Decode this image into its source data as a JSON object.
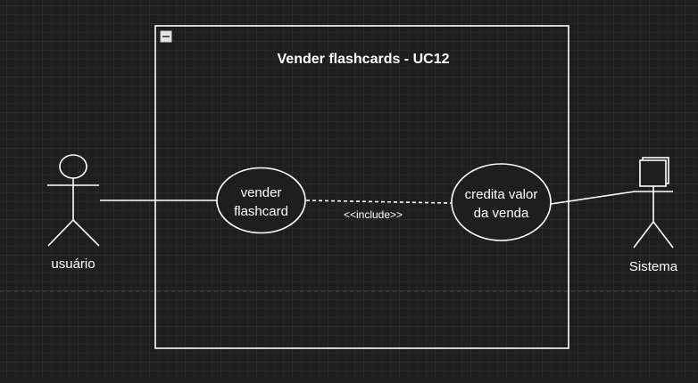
{
  "diagram": {
    "title": "Vender flashcards - UC12",
    "use_cases": [
      {
        "lines": [
          "vender",
          "flashcard"
        ]
      },
      {
        "lines": [
          "credita valor",
          "da venda"
        ]
      }
    ],
    "relationship_label": "<<include>>",
    "actors": [
      {
        "name": "usuário",
        "icon": "stick-figure-icon"
      },
      {
        "name": "Sistema",
        "icon": "system-actor-icon"
      }
    ]
  },
  "colors": {
    "background": "#1e1e1e",
    "stroke": "#ffffff",
    "text": "#ffffff"
  }
}
